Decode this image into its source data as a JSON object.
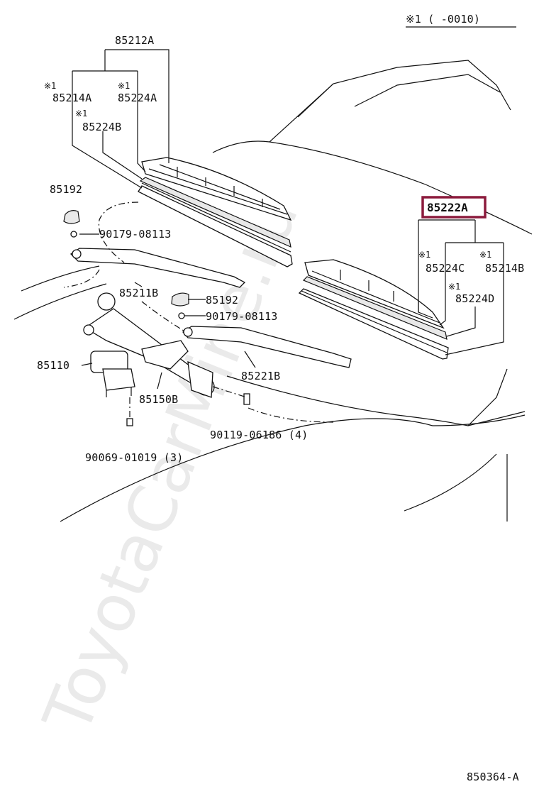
{
  "header_note": "※1 (     -0010)",
  "footer_code": "850364-A",
  "watermark": "ToyotaCarMine.ru",
  "highlight": {
    "part": "85222A",
    "color": "#8b1a3c"
  },
  "labels": {
    "p85212A": "85212A",
    "n1a": "※1",
    "n1b": "※1",
    "n1c": "※1",
    "p85214A": "85214A",
    "p85224A": "85224A",
    "p85224B": "85224B",
    "p85192a": "85192",
    "p90179a": "90179-08113",
    "p85211B": "85211B",
    "p85192b": "85192",
    "p90179b": "90179-08113",
    "p85110": "85110",
    "p85150B": "85150B",
    "p85221B": "85221B",
    "p90119": "90119-06186 (4)",
    "p90069": "90069-01019 (3)",
    "p85222A": "85222A",
    "n1d": "※1",
    "n1e": "※1",
    "n1f": "※1",
    "p85224C": "85224C",
    "p85214B": "85214B",
    "p85224D": "85224D"
  }
}
